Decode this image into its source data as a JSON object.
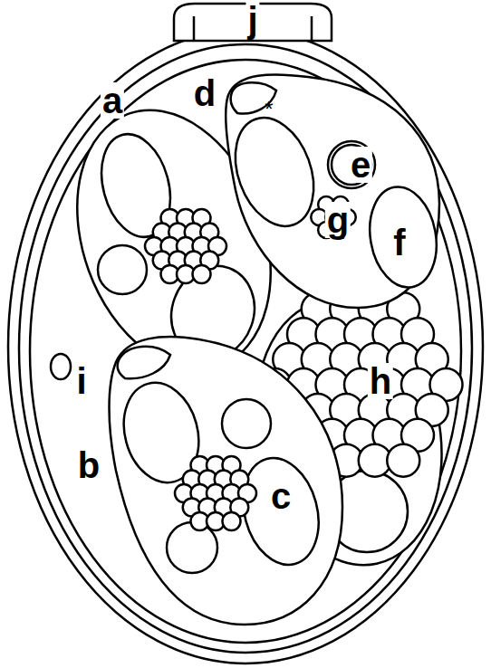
{
  "diagram": {
    "labels": [
      "j",
      "a",
      "d",
      "*",
      "e",
      "g",
      "f",
      "i",
      "h",
      "b",
      "c"
    ]
  }
}
